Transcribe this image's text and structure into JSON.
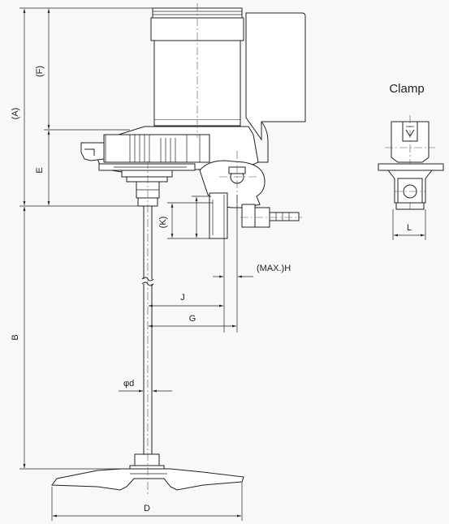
{
  "clamp": {
    "title": "Clamp",
    "width_label": "L"
  },
  "dims": {
    "A": "(A)",
    "F": "(F)",
    "E": "E",
    "B": "B",
    "K": "(K)",
    "H": "(MAX.)H",
    "J": "J",
    "G": "G",
    "d": "φd",
    "D": "D"
  }
}
